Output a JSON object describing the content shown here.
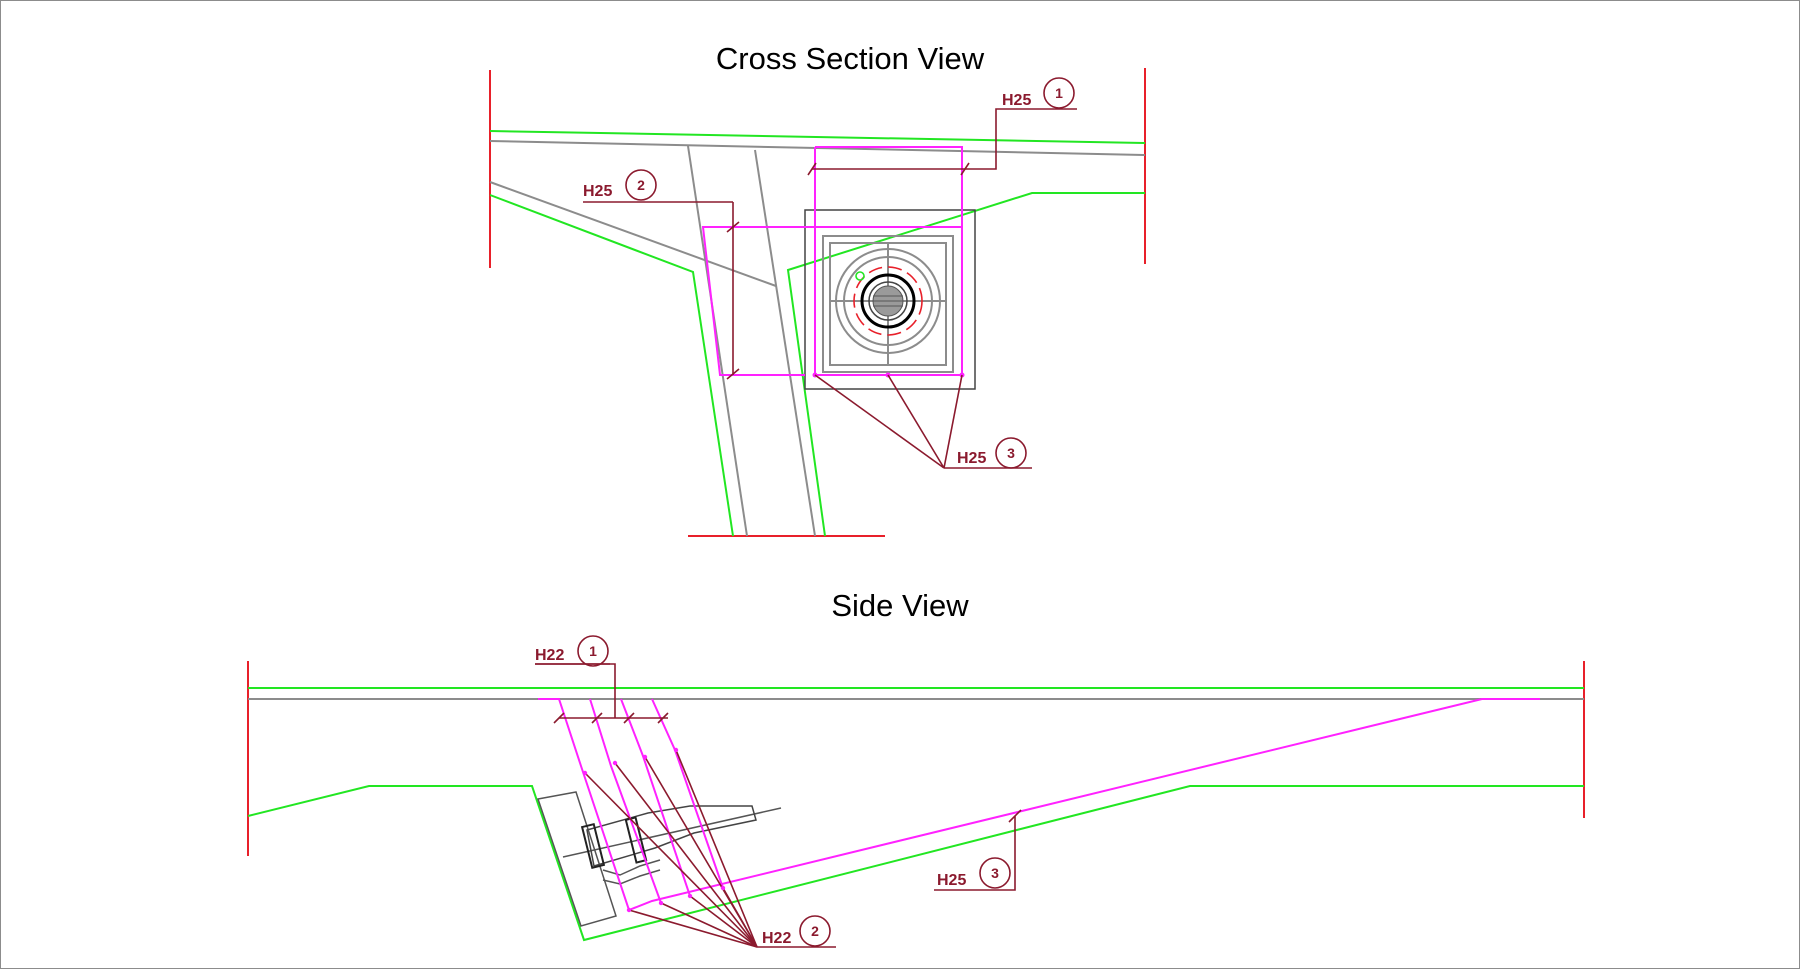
{
  "cross_section": {
    "title": "Cross Section View",
    "callouts": [
      {
        "bar": "H25",
        "mark": "1"
      },
      {
        "bar": "H25",
        "mark": "2"
      },
      {
        "bar": "H25",
        "mark": "3"
      }
    ]
  },
  "side_view": {
    "title": "Side View",
    "callouts": [
      {
        "bar": "H22",
        "mark": "1"
      },
      {
        "bar": "H22",
        "mark": "2"
      },
      {
        "bar": "H25",
        "mark": "3"
      }
    ]
  },
  "colors": {
    "outline": "#22e622",
    "reinforcement": "#ff22ff",
    "section_cut": "#e8202a",
    "leader": "#8b1a2e",
    "construction": "#8c8c8c"
  }
}
